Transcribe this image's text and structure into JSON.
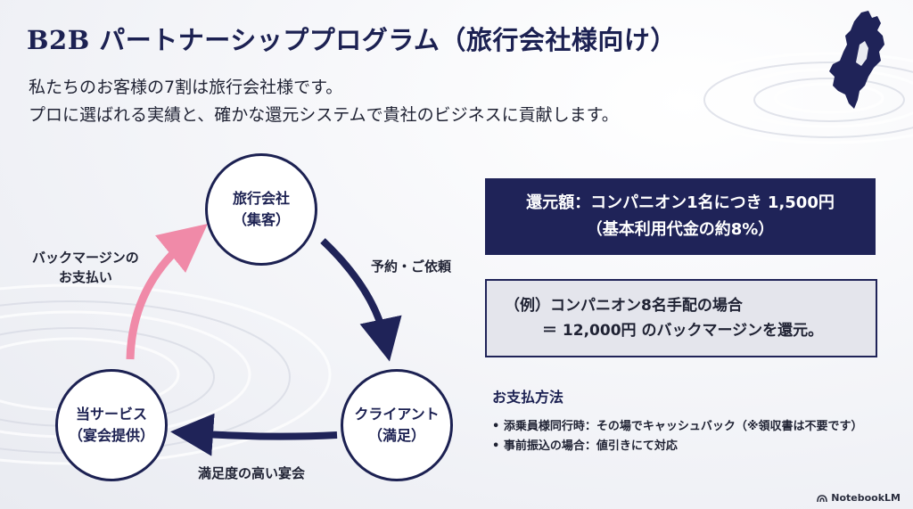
{
  "title": "B2B パートナーシッププログラム（旅行会社様向け）",
  "intro": {
    "line1": "私たちのお客様の7割は旅行会社様です。",
    "line2": "プロに選ばれる実績と、確かな還元システムで貴社のビジネスに貢献します。"
  },
  "cycle": {
    "nodes": [
      {
        "line1": "旅行会社",
        "line2": "（集客）"
      },
      {
        "line1": "クライアント",
        "line2": "（満足）"
      },
      {
        "line1": "当サービス",
        "line2": "（宴会提供）"
      }
    ],
    "labels": {
      "reserve": "予約・ご依頼",
      "satisfaction": "満足度の高い宴会",
      "backmargin_line1": "バックマージンの",
      "backmargin_line2": "お支払い"
    }
  },
  "reward": {
    "line1": "還元額：コンパニオン1名につき 1,500円",
    "line2": "（基本利用代金の約8%）"
  },
  "example": {
    "line1": "（例）コンパニオン8名手配の場合",
    "line2": "＝ 12,000円 のバックマージンを還元。"
  },
  "payment": {
    "heading": "お支払方法",
    "items": [
      "添乗員様同行時：その場でキャッシュバック（※領収書は不要です）",
      "事前振込の場合：値引きにて対応"
    ]
  },
  "watermark": "NotebookLM",
  "colors": {
    "navy": "#1f2358",
    "pink_arrow": "#f08aa8",
    "example_bg": "#e4e5ec"
  }
}
